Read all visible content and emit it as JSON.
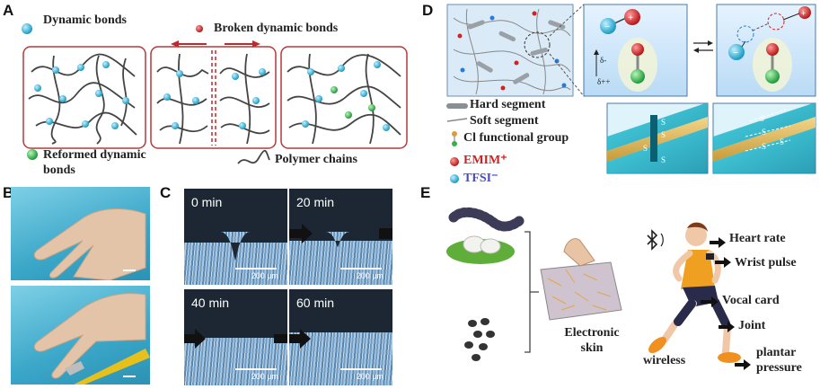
{
  "panels": {
    "a": "A",
    "b": "B",
    "c": "C",
    "d": "D",
    "e": "E"
  },
  "panel_a": {
    "dynamic_bonds": "Dynamic bonds",
    "broken_bonds": "Broken dynamic bonds",
    "reformed_bonds": "Reformed dynamic bonds",
    "polymer_chains": "Polymer chains",
    "colors": {
      "dynamic": "#2ab3d8",
      "broken": "#c0282c",
      "reformed": "#2aa84a",
      "frame": "#b23a3a"
    }
  },
  "panel_c": {
    "frames": [
      {
        "time": "0 min",
        "scale": "200 μm"
      },
      {
        "time": "20 min",
        "scale": "200 μm"
      },
      {
        "time": "40 min",
        "scale": "200 μm"
      },
      {
        "time": "60 min",
        "scale": "200 μm"
      }
    ]
  },
  "panel_d": {
    "legend": [
      "Hard segment",
      "Soft segment",
      "Cl functional group",
      "EMIM⁺",
      "TFSI⁻"
    ],
    "delta_minus": "δ-",
    "delta_plus": "δ++",
    "s_label": "S",
    "legend_colors": {
      "emim": "#d42020",
      "tfsi": "#4a4ad0"
    }
  },
  "panel_e": {
    "electronic_skin": "Electronic skin",
    "wireless": "wireless",
    "labels": [
      "Heart rate",
      "Wrist pulse",
      "Vocal card",
      "Joint",
      "plantar pressure"
    ]
  }
}
